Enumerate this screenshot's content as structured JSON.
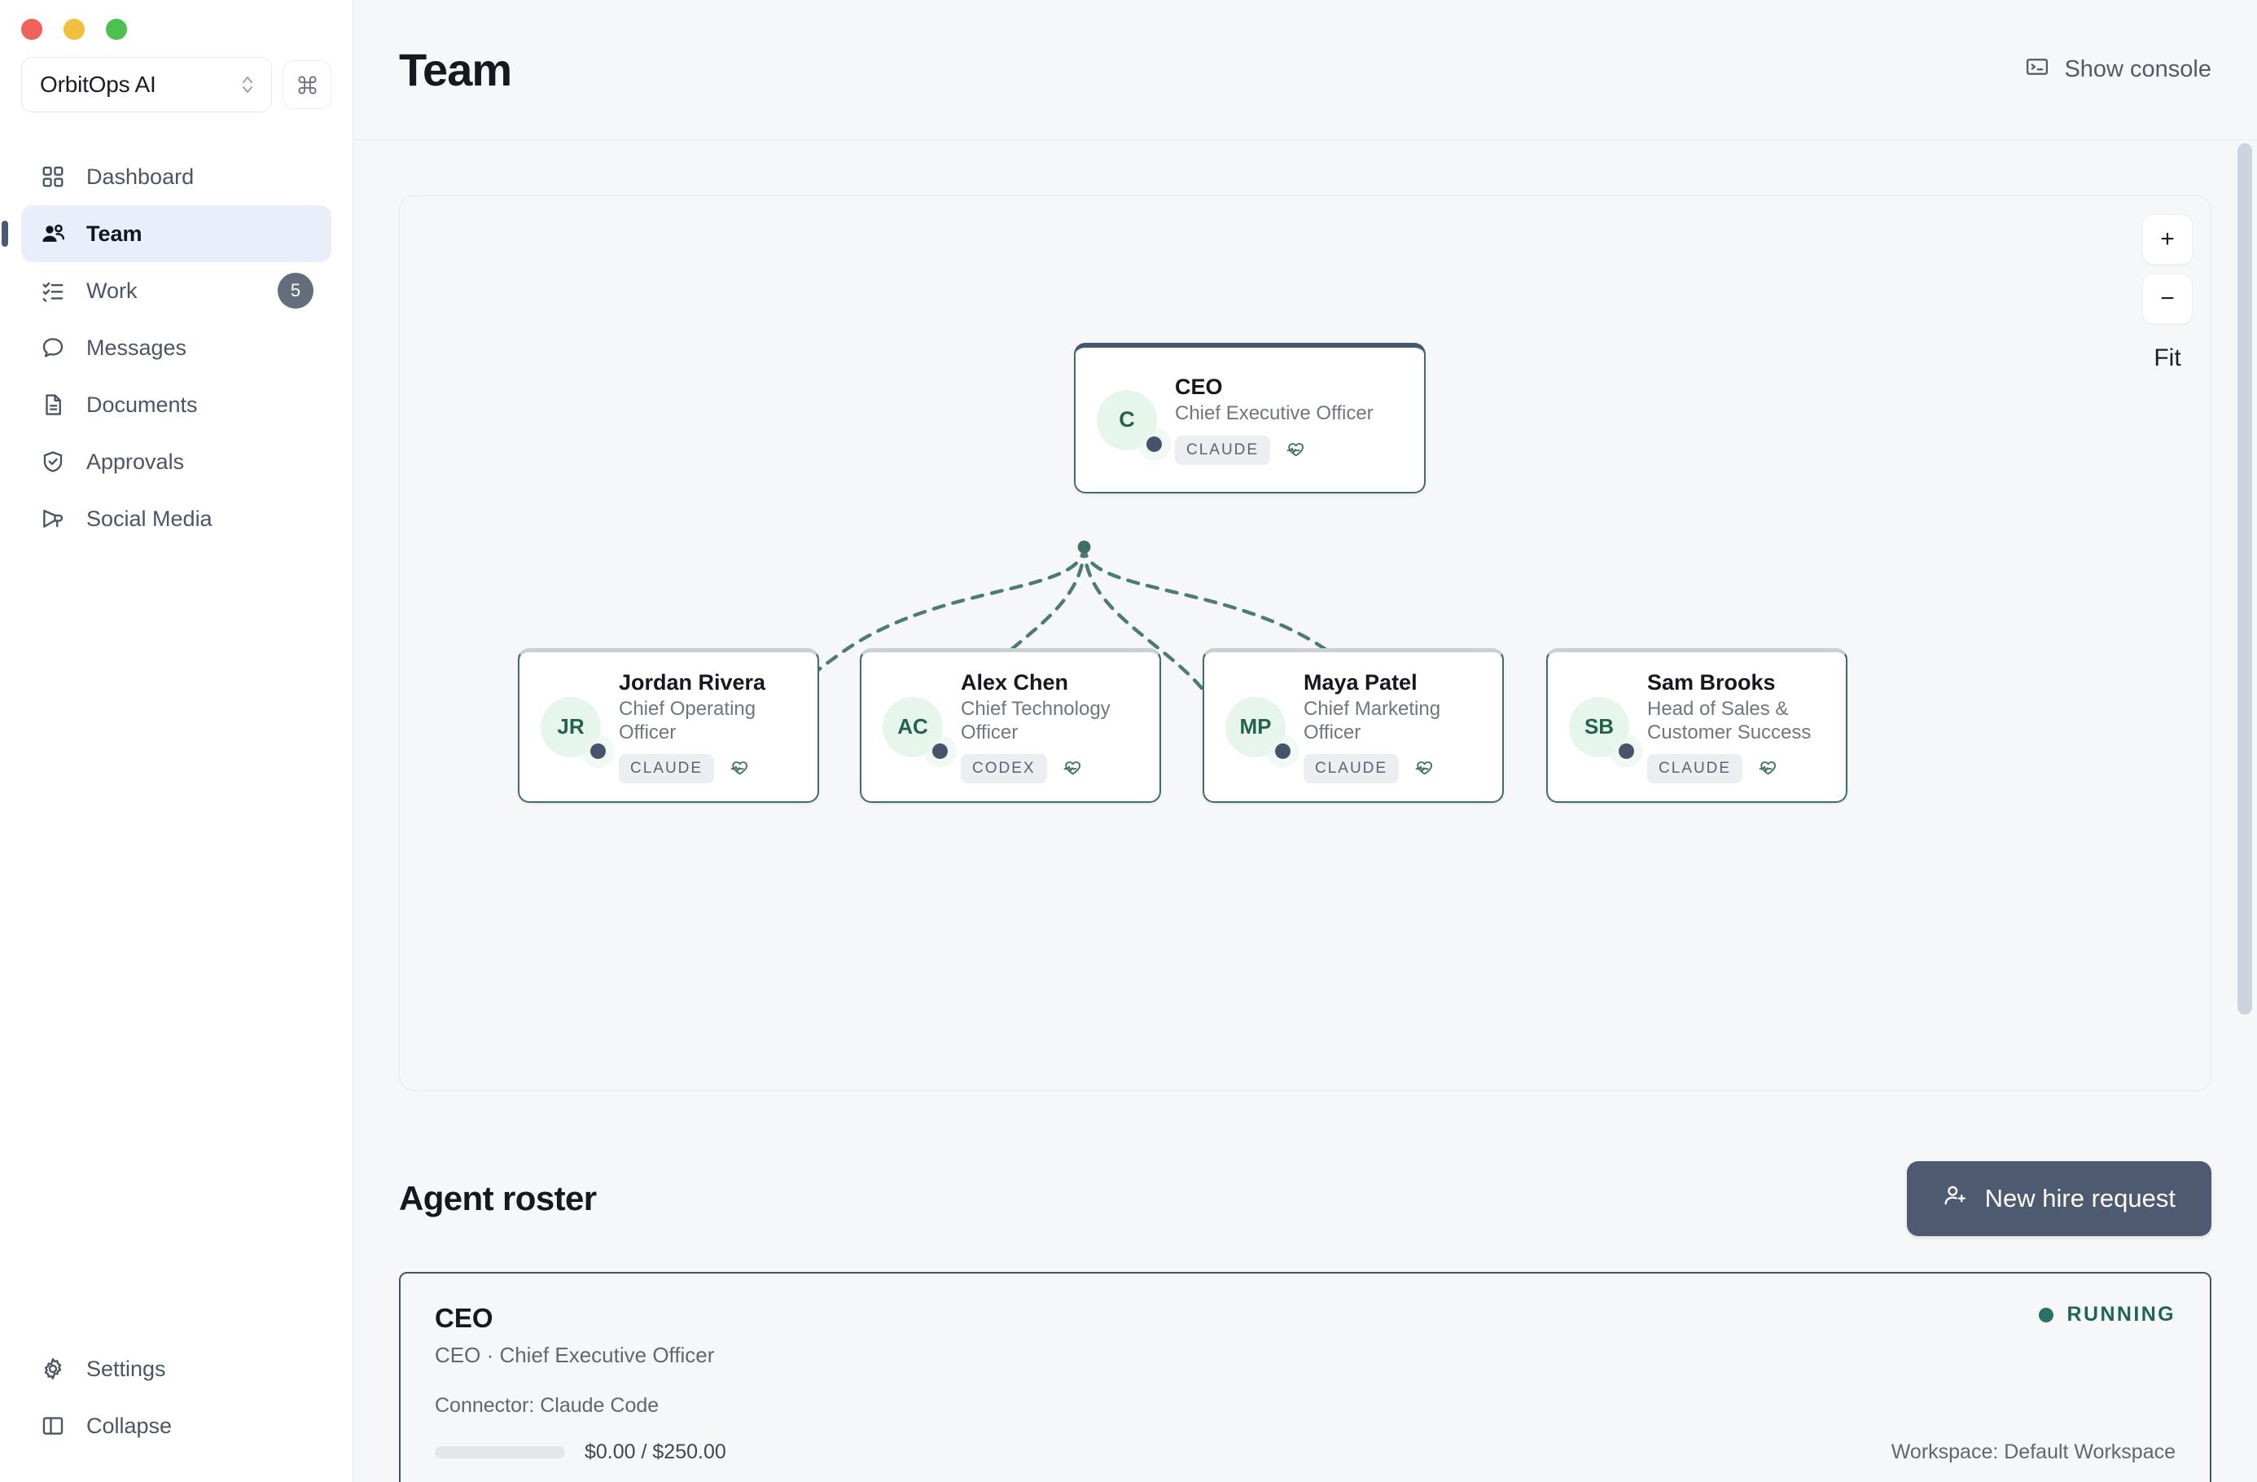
{
  "window": {
    "traffic_lights": [
      "close",
      "minimize",
      "maximize"
    ]
  },
  "sidebar": {
    "workspace": {
      "name": "OrbitOps AI",
      "switcher_icon": "chevron-updown-icon",
      "command_icon": "command-icon",
      "command_label": "⌘"
    },
    "items": [
      {
        "id": "dashboard",
        "label": "Dashboard",
        "icon": "grid-icon",
        "active": false,
        "badge": ""
      },
      {
        "id": "team",
        "label": "Team",
        "icon": "people-icon",
        "active": true,
        "badge": ""
      },
      {
        "id": "work",
        "label": "Work",
        "icon": "checklist-icon",
        "active": false,
        "badge": "5"
      },
      {
        "id": "messages",
        "label": "Messages",
        "icon": "chat-bubble-icon",
        "active": false,
        "badge": ""
      },
      {
        "id": "documents",
        "label": "Documents",
        "icon": "document-icon",
        "active": false,
        "badge": ""
      },
      {
        "id": "approvals",
        "label": "Approvals",
        "icon": "shield-check-icon",
        "active": false,
        "badge": ""
      },
      {
        "id": "social-media",
        "label": "Social Media",
        "icon": "megaphone-icon",
        "active": false,
        "badge": ""
      }
    ],
    "bottom_items": [
      {
        "id": "settings",
        "label": "Settings",
        "icon": "gear-icon"
      },
      {
        "id": "collapse",
        "label": "Collapse",
        "icon": "panel-collapse-icon"
      }
    ]
  },
  "header": {
    "title": "Team",
    "console_label": "Show console",
    "console_icon": "terminal-icon"
  },
  "org_chart": {
    "zoom_controls": {
      "zoom_in": "+",
      "zoom_out": "−",
      "fit": "Fit"
    },
    "root": {
      "initials": "C",
      "name": "CEO",
      "role": "Chief Executive Officer",
      "model": "CLAUDE",
      "health_icon": "heart-pulse-icon"
    },
    "children": [
      {
        "initials": "JR",
        "name": "Jordan Rivera",
        "role": "Chief Operating Officer",
        "model": "CLAUDE",
        "health_icon": "heart-pulse-icon"
      },
      {
        "initials": "AC",
        "name": "Alex Chen",
        "role": "Chief Technology Officer",
        "model": "CODEX",
        "health_icon": "heart-pulse-icon"
      },
      {
        "initials": "MP",
        "name": "Maya Patel",
        "role": "Chief Marketing Officer",
        "model": "CLAUDE",
        "health_icon": "heart-pulse-icon"
      },
      {
        "initials": "SB",
        "name": "Sam Brooks",
        "role": "Head of Sales & Customer Success",
        "model": "CLAUDE",
        "health_icon": "heart-pulse-icon"
      }
    ]
  },
  "roster": {
    "title": "Agent roster",
    "hire_button": {
      "label": "New hire request",
      "icon": "user-plus-icon"
    },
    "rows": [
      {
        "name": "CEO",
        "subtitle": "CEO · Chief Executive Officer",
        "connector": "Connector: Claude Code",
        "budget": "$0.00 / $250.00",
        "budget_percent": 0,
        "status": "RUNNING",
        "workspace": "Workspace: Default Workspace"
      }
    ]
  },
  "colors": {
    "accent_node_border": "#3f6e68",
    "root_top_border": "#42596f",
    "status_running": "#2a7063",
    "primary_button": "#4d5a70",
    "sidebar_active": "#eaeefb",
    "canvas_bg": "#f6f7f9"
  }
}
